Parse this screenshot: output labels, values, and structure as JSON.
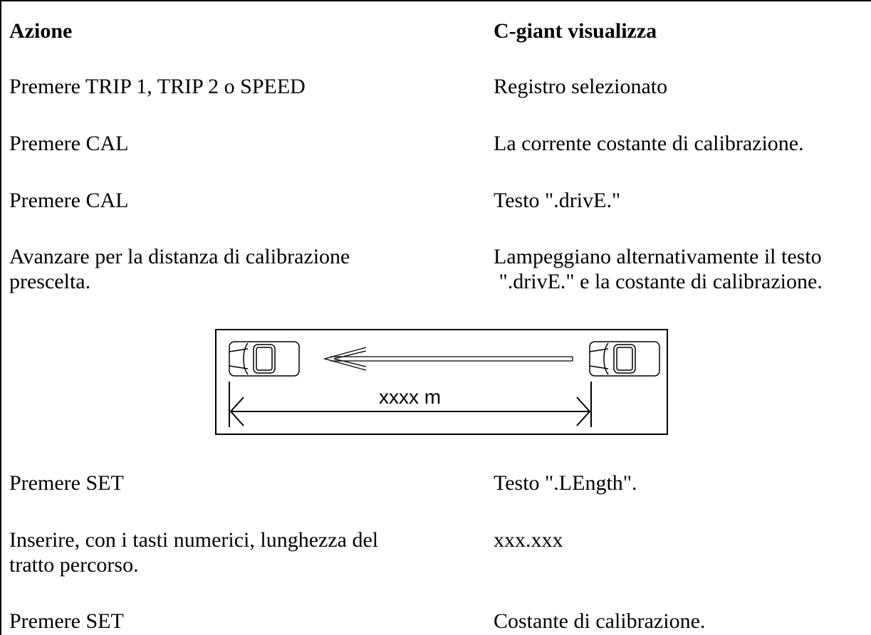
{
  "header": {
    "action_title": "Azione",
    "display_title": "C-giant visualizza"
  },
  "rows": [
    {
      "action": "Premere TRIP 1, TRIP 2 o SPEED",
      "display": "Registro selezionato"
    },
    {
      "action": "Premere CAL",
      "display": "La corrente costante di calibrazione."
    },
    {
      "action": "Premere CAL",
      "display": "Testo \".drivE.\""
    },
    {
      "action_lines": [
        "Avanzare per la distanza di calibrazione",
        "prescelta."
      ],
      "display_lines": [
        "Lampeggiano alternativamente il testo",
        " \".drivE.\" e la costante di calibrazione."
      ]
    },
    {
      "action": "Premere SET",
      "display": "Testo \".LEngth\"."
    },
    {
      "action_lines": [
        "Inserire, con i tasti numerici, lunghezza del",
        "tratto percorso."
      ],
      "display": "xxx.xxx"
    },
    {
      "action": "Premere SET",
      "display": "Costante di calibrazione."
    }
  ],
  "diagram": {
    "distance_label": "xxxx m",
    "car_icon": "car-top-view-icon",
    "direction": "right-to-left"
  }
}
